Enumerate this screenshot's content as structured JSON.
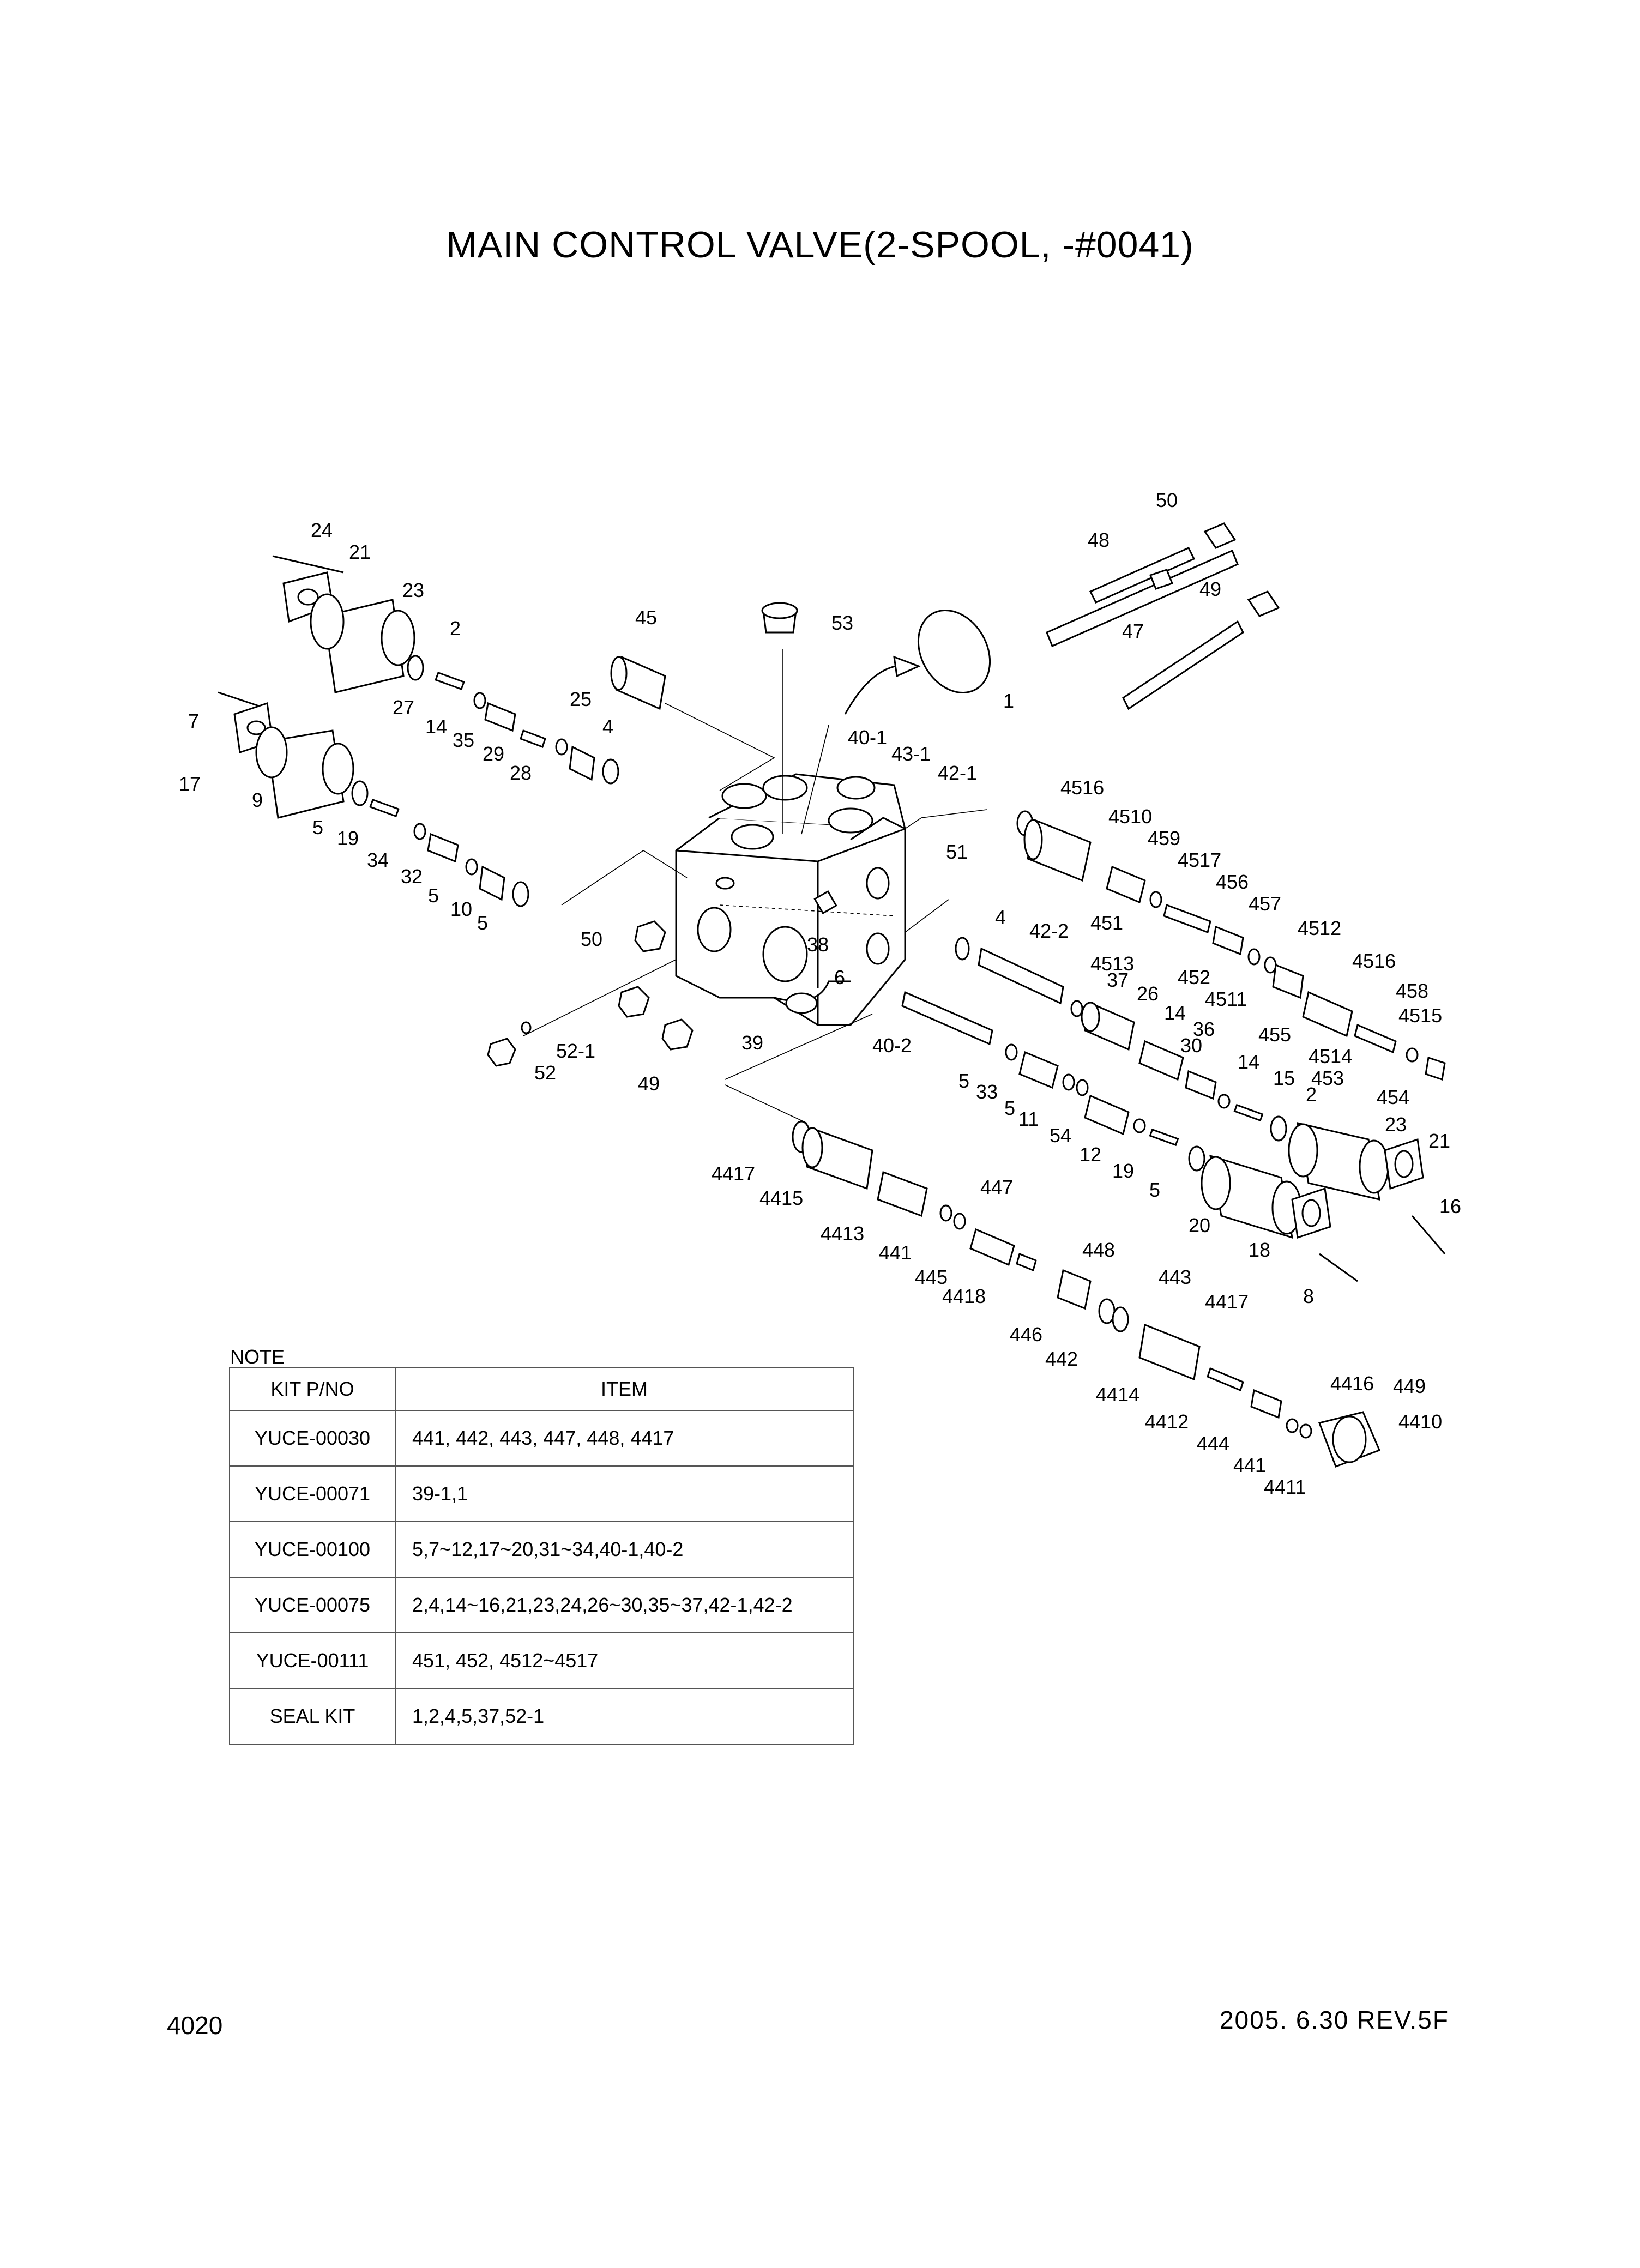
{
  "title": "MAIN CONTROL VALVE(2-SPOOL, -#0041)",
  "parts": [
    "24",
    "21",
    "23",
    "2",
    "27",
    "14",
    "35",
    "29",
    "28",
    "25",
    "4",
    "45",
    "53",
    "1",
    "50",
    "48",
    "49",
    "47",
    "7",
    "17",
    "9",
    "5",
    "19",
    "34",
    "32",
    "5",
    "10",
    "5",
    "40-1",
    "43-1",
    "42-1",
    "51",
    "4516",
    "4510",
    "459",
    "4517",
    "451",
    "456",
    "457",
    "50",
    "38",
    "6",
    "4",
    "42-2",
    "37",
    "4513",
    "26",
    "4512",
    "452",
    "4511",
    "14",
    "36",
    "4516",
    "458",
    "4515",
    "30",
    "455",
    "4514",
    "453",
    "454",
    "14",
    "15",
    "2",
    "52-1",
    "52",
    "49",
    "39",
    "40-2",
    "5",
    "33",
    "5",
    "11",
    "54",
    "12",
    "19",
    "23",
    "21",
    "16",
    "5",
    "20",
    "18",
    "4417",
    "4415",
    "447",
    "4413",
    "441",
    "445",
    "4418",
    "448",
    "443",
    "446",
    "4417",
    "442",
    "4414",
    "4412",
    "4416",
    "449",
    "4410",
    "444",
    "441",
    "4411",
    "8"
  ],
  "note": {
    "heading": "NOTE",
    "columns": [
      "KIT P/NO",
      "ITEM"
    ],
    "rows": [
      [
        "YUCE-00030",
        "441, 442, 443, 447, 448, 4417"
      ],
      [
        "YUCE-00071",
        "39-1,1"
      ],
      [
        "YUCE-00100",
        "5,7~12,17~20,31~34,40-1,40-2"
      ],
      [
        "YUCE-00075",
        "2,4,14~16,21,23,24,26~30,35~37,42-1,42-2"
      ],
      [
        "YUCE-00111",
        "451, 452, 4512~4517"
      ],
      [
        "SEAL KIT",
        "1,2,4,5,37,52-1"
      ]
    ]
  },
  "footer": {
    "page": "4020",
    "date_rev": "2005. 6.30  REV.5F"
  }
}
